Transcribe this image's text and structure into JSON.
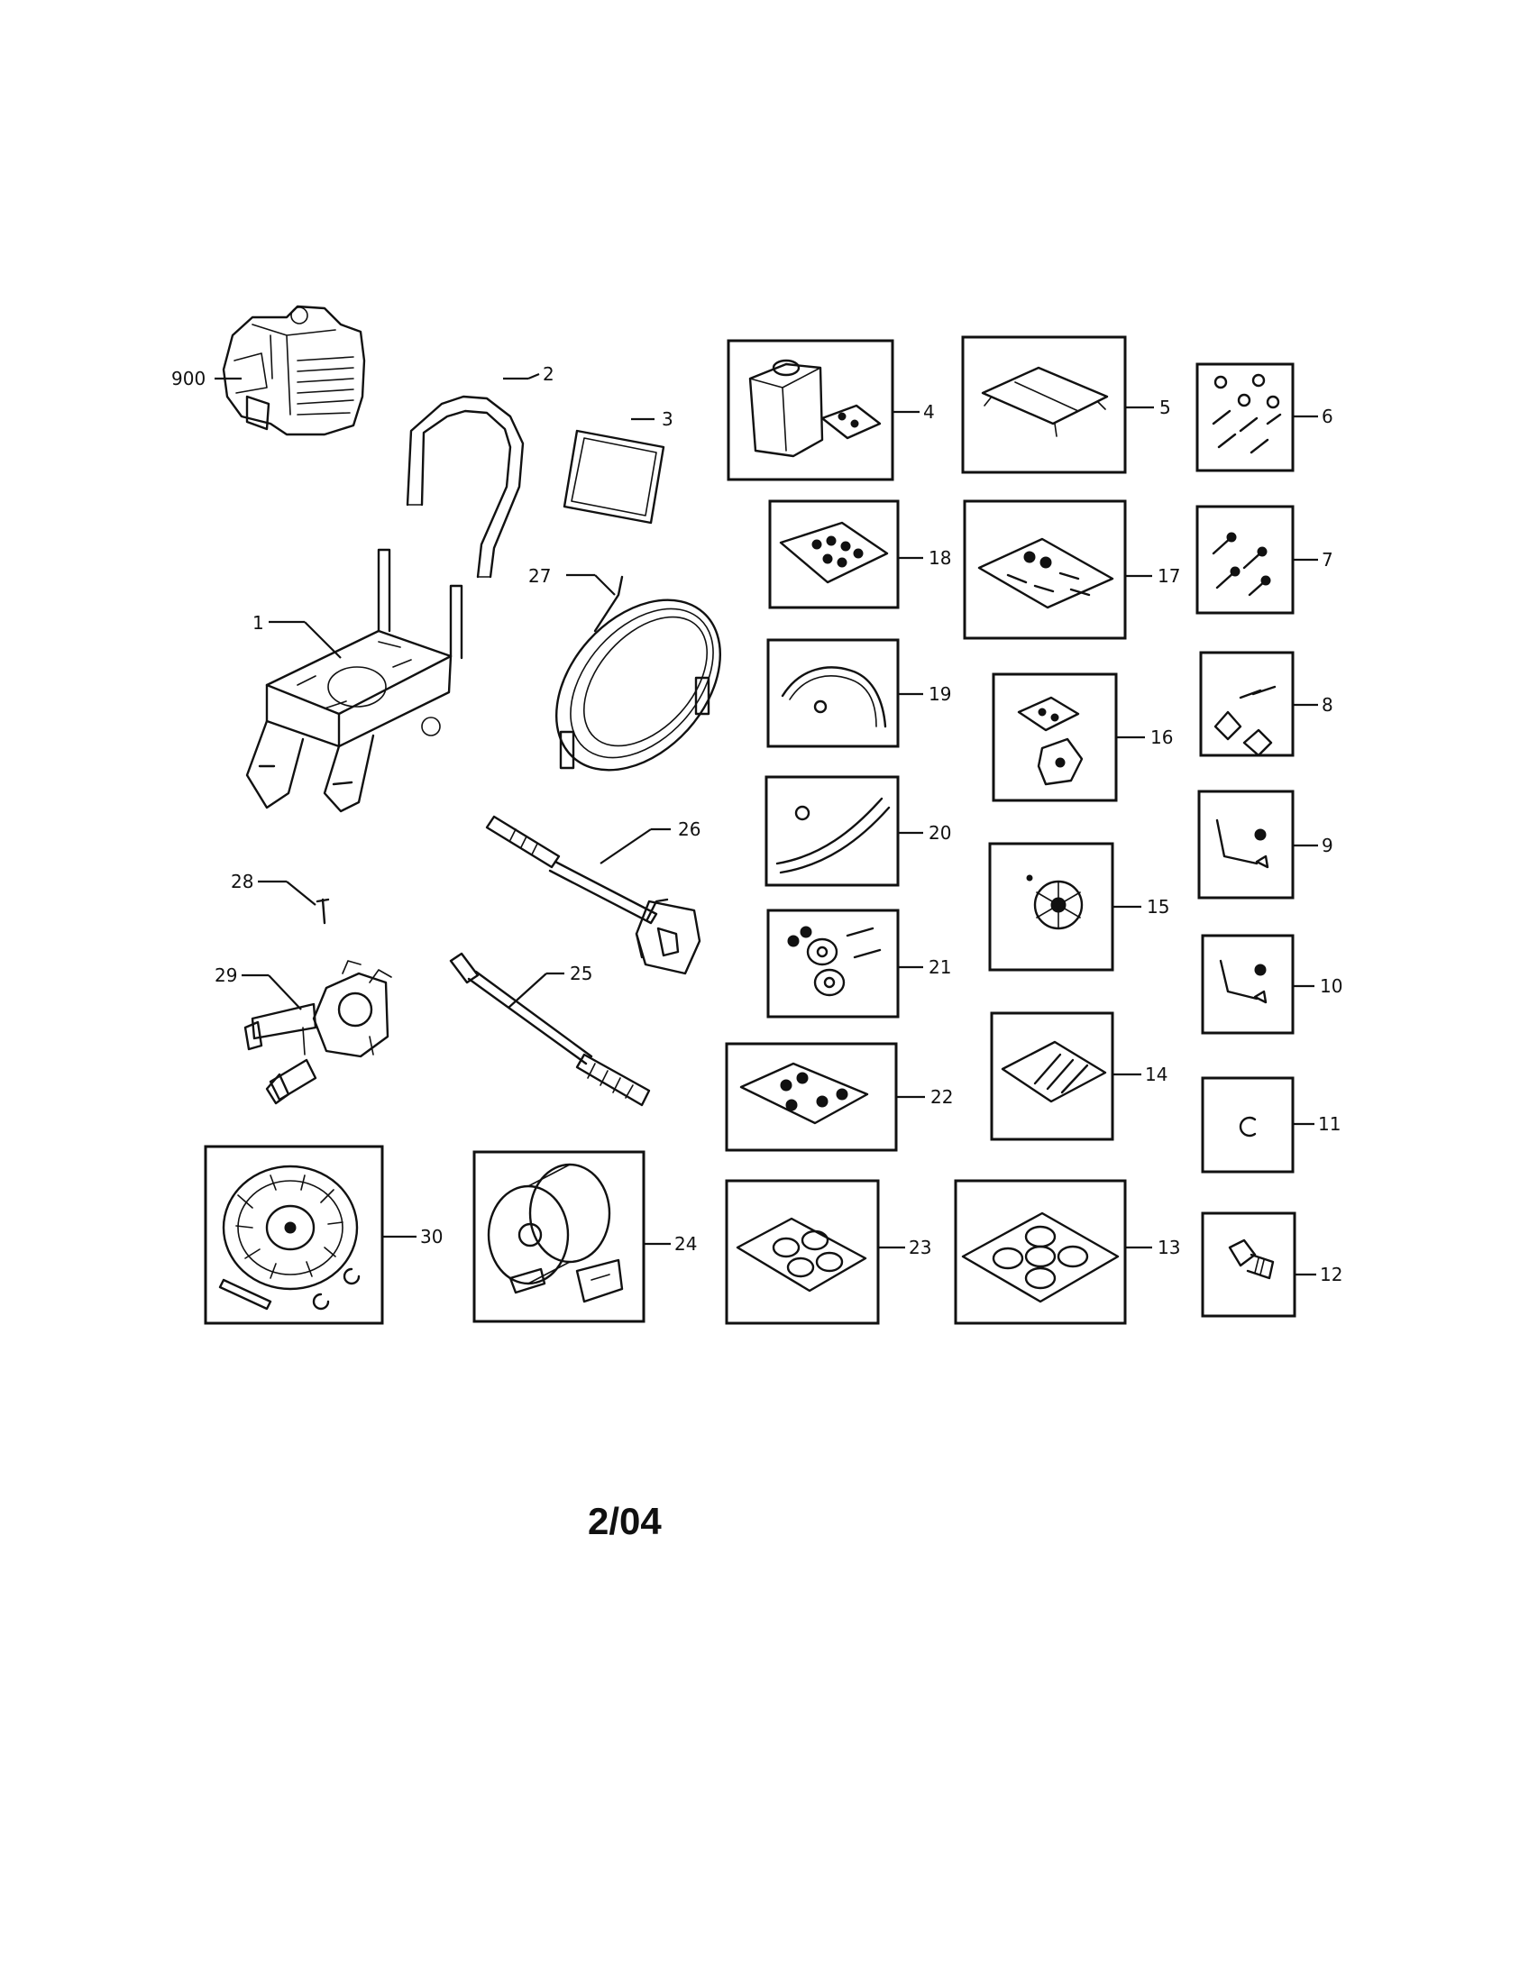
{
  "page": {
    "date_code": "2/04"
  },
  "callouts": [
    "900",
    "2",
    "3",
    "4",
    "5",
    "6",
    "18",
    "17",
    "7",
    "27",
    "1",
    "19",
    "16",
    "8",
    "26",
    "20",
    "9",
    "28",
    "15",
    "29",
    "25",
    "21",
    "10",
    "22",
    "14",
    "11",
    "30",
    "24",
    "23",
    "13",
    "12"
  ]
}
